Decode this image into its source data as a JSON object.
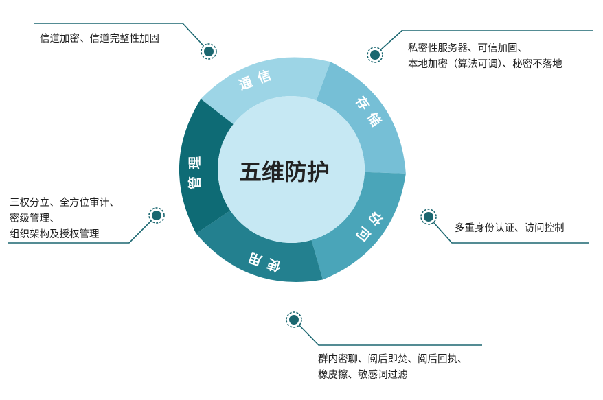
{
  "center": {
    "title": "五维防护"
  },
  "segments": [
    {
      "id": "communication",
      "label": "通信",
      "color": "#9dd5e6"
    },
    {
      "id": "storage",
      "label": "存储",
      "color": "#76bfd6"
    },
    {
      "id": "access",
      "label": "访问",
      "color": "#4aa5b9"
    },
    {
      "id": "usage",
      "label": "使用",
      "color": "#23808f"
    },
    {
      "id": "audit",
      "label": "管理",
      "color": "#0e6b75"
    }
  ],
  "annotations": {
    "communication": [
      "信道加密、信道完整性加固"
    ],
    "storage": [
      "私密性服务器、可信加固、",
      "本地加密（算法可调）、秘密不落地"
    ],
    "access": [
      "多重身份认证、访问控制"
    ],
    "usage": [
      "群内密聊、阅后即焚、阅后回执、",
      "橡皮擦、敏感词过滤"
    ],
    "audit": [
      "三权分立、全方位审计、",
      "密级管理、",
      "组织架构及授权管理"
    ]
  },
  "colors": {
    "connector": "#1b6770",
    "inner_circle": "#c6e8f3",
    "center_text": "#222222",
    "segment_text": "#ffffff"
  }
}
